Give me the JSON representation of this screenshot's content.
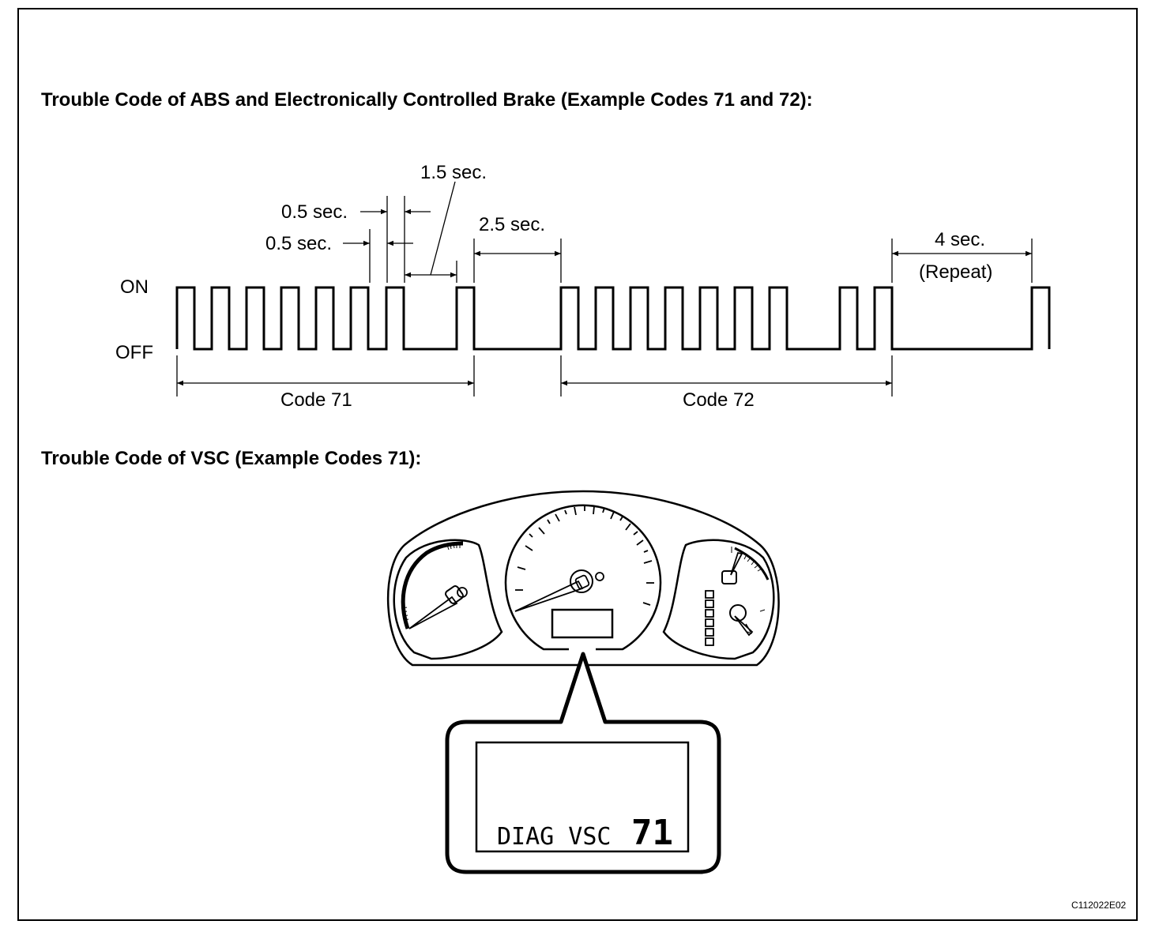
{
  "headings": {
    "abs": "Trouble Code of ABS and Electronically Controlled Brake (Example Codes 71 and 72):",
    "vsc": "Trouble Code of VSC (Example Codes 71):"
  },
  "timing_diagram": {
    "state_on": "ON",
    "state_off": "OFF",
    "dim_short_pulse_top": "0.5 sec.",
    "dim_short_pulse_bottom": "0.5 sec.",
    "dim_digit_gap": "1.5 sec.",
    "dim_code_gap": "2.5 sec.",
    "dim_repeat": "4 sec.",
    "repeat_note": "(Repeat)",
    "code_a_label": "Code 71",
    "code_b_label": "Code 72",
    "code_a": {
      "tens_pulses": 7,
      "units_pulses": 1
    },
    "code_b": {
      "tens_pulses": 7,
      "units_pulses": 2
    }
  },
  "display": {
    "prefix": "DIAG VSC",
    "code": "71"
  },
  "figure_id": "C112022E02"
}
